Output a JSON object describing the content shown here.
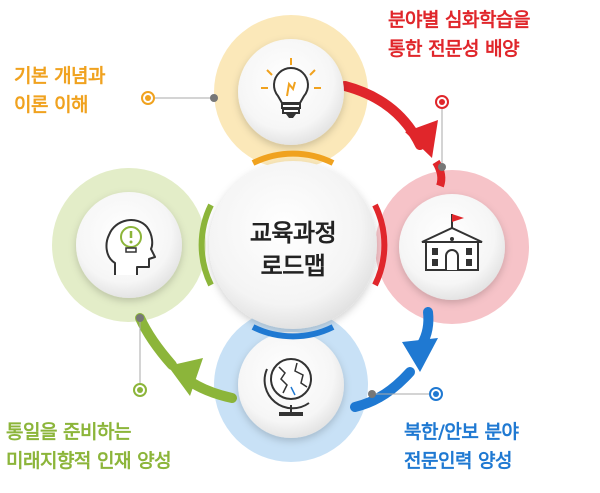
{
  "center": {
    "line1": "교육과정",
    "line2": "로드맵"
  },
  "stages": {
    "basic": {
      "icon": "lightbulb-icon",
      "color": "#f0a21f",
      "ring": "#fbe8b9",
      "line1": "기본 개념과",
      "line2": "이론 이해"
    },
    "deep": {
      "icon": "school-building-icon",
      "color": "#e0262b",
      "ring": "#f6c3c8",
      "line1": "분야별 심화학습을",
      "line2": "통한 전문성 배양"
    },
    "north": {
      "icon": "globe-icon",
      "color": "#1f79d2",
      "ring": "#c8e1f6",
      "line1": "북한/안보 분야",
      "line2": "전문인력 양성"
    },
    "unify": {
      "icon": "head-idea-icon",
      "color": "#8cb53a",
      "ring": "#e3edc8",
      "line1": "통일을 준비하는",
      "line2": "미래지향적 인재 양성"
    }
  }
}
